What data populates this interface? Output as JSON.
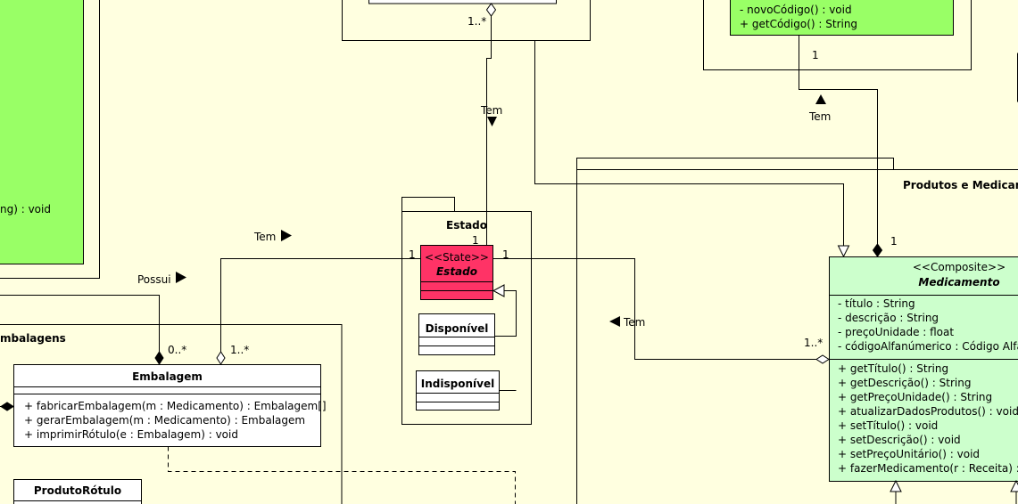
{
  "packages": {
    "estado": {
      "name": "Estado"
    },
    "produtos": {
      "name": "Produtos e Medicame"
    },
    "embalagens": {
      "name": "mbalagens"
    }
  },
  "classes": {
    "topGreen": {
      "methods": [
        "- novoCódigo() : void",
        "+ getCódigo() : String"
      ]
    },
    "leftGreen": {
      "method_fragment": "ng) : void"
    },
    "estado": {
      "stereotype": "<<State>>",
      "name": "Estado"
    },
    "disponivel": {
      "name": "Disponível"
    },
    "indisponivel": {
      "name": "Indisponível"
    },
    "embalagem": {
      "name": "Embalagem",
      "methods": [
        "+ fabricarEmbalagem(m : Medicamento) : Embalagem[]",
        "+ gerarEmbalagem(m : Medicamento) : Embalagem",
        "+ imprimirRótulo(e : Embalagem) : void"
      ]
    },
    "produtoRotulo": {
      "name": "ProdutoRótulo"
    },
    "medicamento": {
      "stereotype": "<<Composite>>",
      "name": "Medicamento",
      "attributes": [
        "- título : String",
        "- descrição : String",
        "- preçoUnidade : float",
        "- códigoAlfanúmerico : Código Alfan"
      ],
      "methods": [
        "+ getTítulo() : String",
        "+ getDescrição() : String",
        "+ getPreçoUnidade() : String",
        "+ atualizarDadosProdutos() : void",
        "+ setTítulo() : void",
        "+ setDescrição() : void",
        "+ setPreçoUnitário() : void",
        "+ fazerMedicamento(r : Receita) : M"
      ]
    }
  },
  "associations": {
    "temTop": {
      "label": "Tem",
      "multiplicity": "1..*"
    },
    "temRightTop": {
      "label": "Tem",
      "multiplicity": "1"
    },
    "temLeft": {
      "label": "Tem"
    },
    "possui": {
      "label": "Possui"
    },
    "temMid": {
      "label": "Tem"
    },
    "estadoLeft": {
      "multiplicity_a": "1",
      "multiplicity_b": "1..*"
    },
    "estadoTop": {
      "multiplicity": "1"
    },
    "estadoRight": {
      "multiplicity": "1"
    },
    "possuiEnd": {
      "multiplicity": "0..*"
    },
    "medicamentoLeft": {
      "multiplicity": "1..*"
    },
    "medicamentoTop": {
      "multiplicity": "1"
    }
  },
  "colors": {
    "background": "#ffffe0",
    "green": "#99ff66",
    "lightGreen": "#ccffcc",
    "stateRed": "#ff3366"
  }
}
